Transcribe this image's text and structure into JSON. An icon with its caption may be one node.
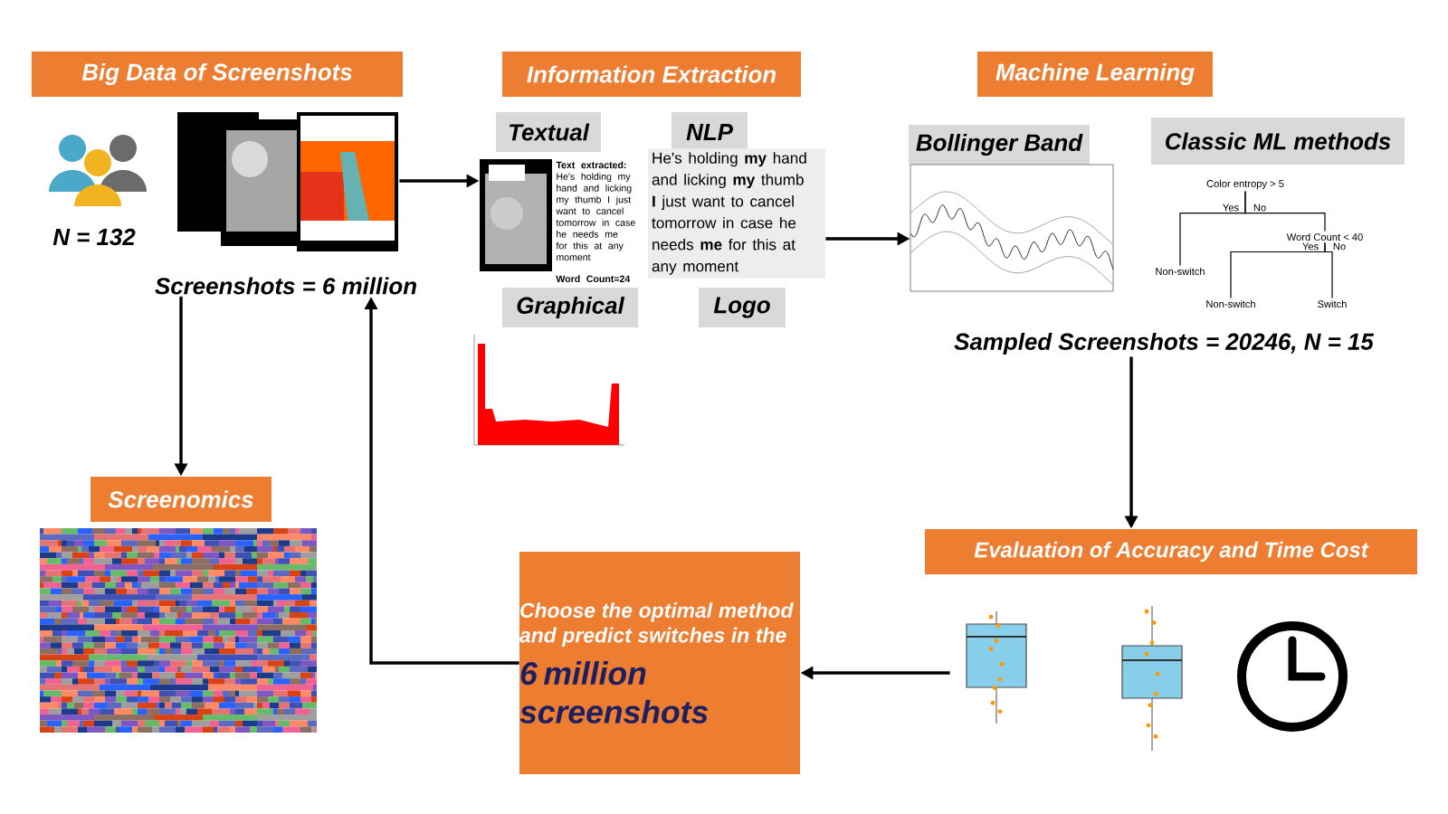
{
  "diagram": {
    "nodes": [
      {
        "text": [
          "Big Data of Screenshots"
        ]
      },
      {
        "text": [
          "N = 132"
        ]
      },
      {
        "text": [],
        "shape": "picture"
      },
      {
        "text": [
          "Screenshots = 6 million"
        ]
      },
      {
        "text": [
          "Information Extraction"
        ]
      },
      {
        "text": [
          "Textual"
        ]
      },
      {
        "text": [
          "NLP"
        ]
      },
      {
        "text": [],
        "shape": "picture"
      },
      {
        "text": [
          "He's holding **my** hand and licking **my** thumb **I** just want to cancel tomorrow in case he needs **me** for this at any moment"
        ]
      },
      {
        "text": [
          "Graphical"
        ]
      },
      {
        "text": [
          "Logo"
        ]
      },
      {
        "text": [
          "Machine Learning"
        ]
      },
      {
        "text": [
          "Bollinger Band"
        ]
      },
      {
        "text": [
          "Classic ML methods"
        ]
      },
      {
        "text": [],
        "shape": "picture"
      },
      {
        "text": [
          "Color entropy > 5"
        ]
      },
      {
        "text": [
          "Non-switch"
        ]
      },
      {
        "text": [
          "Word Count < 40"
        ]
      },
      {
        "text": [
          "Non-switch"
        ]
      },
      {
        "text": [
          "Switch"
        ]
      },
      {
        "text": [
          "Sampled Screenshots = 20246, N = 15"
        ]
      },
      {
        "text": [
          "Screenomics"
        ]
      },
      {
        "text": [
          "Choose the optimal method and predict switches in the",
          "6 million screenshots"
        ]
      },
      {
        "text": [
          "Evaluation of Accuracy and Time Cost"
        ]
      },
      {
        "text": [],
        "shape": "picture"
      }
    ],
    "edges": [
      {
        "from": 2,
        "to": 7,
        "arrow": "to"
      },
      {
        "from": 8,
        "to": 14,
        "arrow": "to"
      },
      {
        "from": 20,
        "to": 23,
        "arrow": "to"
      },
      {
        "from": 24,
        "to": 22,
        "arrow": "to"
      },
      {
        "from": 22,
        "to": 3,
        "arrow": "to"
      },
      {
        "from": 3,
        "to": 21,
        "arrow": "to"
      },
      {
        "from": 15,
        "to": 16,
        "arrow": "none",
        "label": "Yes"
      },
      {
        "from": 15,
        "to": 17,
        "arrow": "none",
        "label": "No"
      },
      {
        "from": 17,
        "to": 18,
        "arrow": "none",
        "label": "Yes"
      },
      {
        "from": 17,
        "to": 19,
        "arrow": "none",
        "label": "No"
      }
    ],
    "labels": [
      "Text extracted:",
      "He's holding my hand and licking my thumb I just want to cancel tomorrow in case he needs me for this at any moment",
      "Word Count=24"
    ]
  }
}
